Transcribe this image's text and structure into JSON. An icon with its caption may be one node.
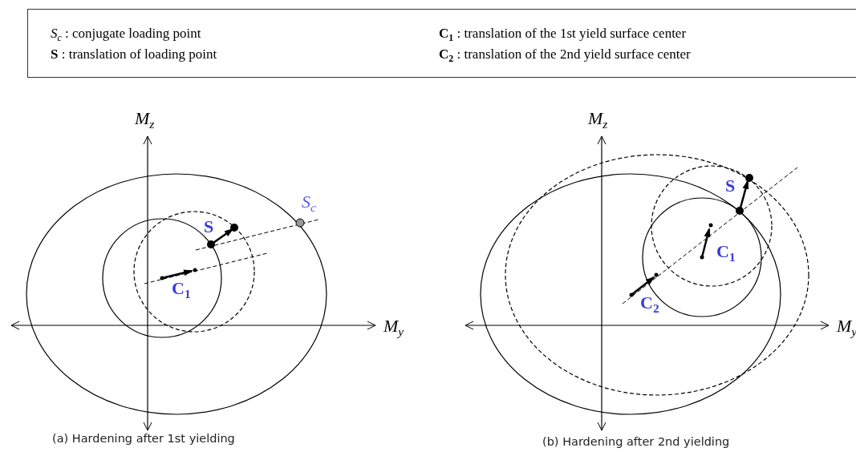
{
  "diagram": {
    "nodes": [
      {
        "text": [
          "*S*$_{c}$ : conjugate loading point",
          "**S** : translation of loading point",
          "**C**$_{1}$ : translation of the 1st yield surface center",
          "**C**$_{2}$ : translation of the 2nd yield surface center"
        ]
      }
    ],
    "labels": [
      "*M*$_{z}$",
      "*S*$_{c}$",
      "S",
      "**C**$_{1}$",
      "*M*$_{y}$",
      "*M*$_{z}$",
      "S",
      "**C**$_{1}$",
      "**C**$_{2}$",
      "*M*$_{y}$",
      "(a) Hardening after 1st yielding",
      "(b) Hardening after 2nd yielding"
    ]
  }
}
